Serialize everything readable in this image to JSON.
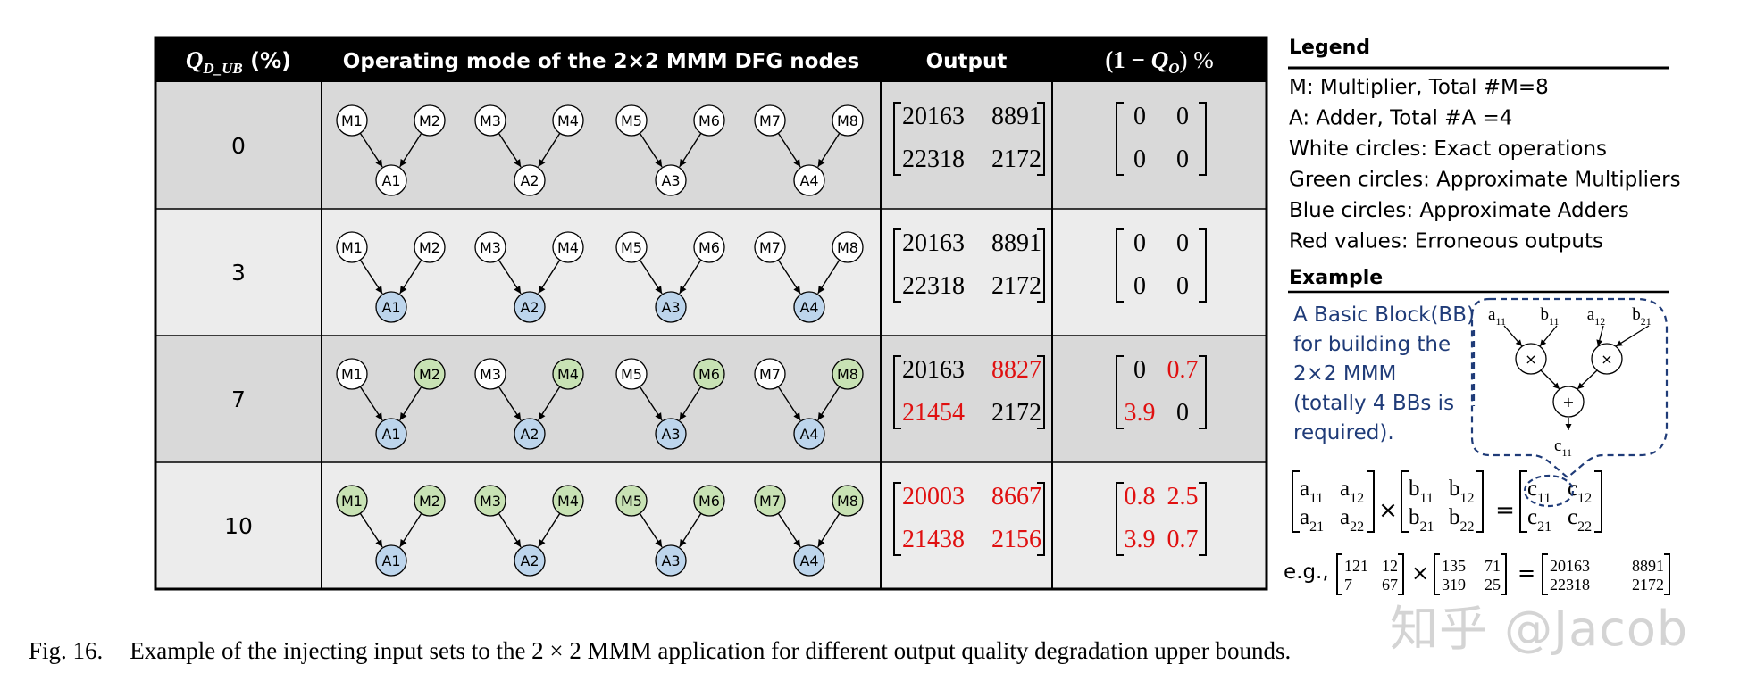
{
  "table": {
    "headers": {
      "q_symbol": "Q",
      "q_subscript": "D_UB",
      "q_unit": " (%)",
      "mode": "Operating mode of the 2×2 MMM DFG nodes",
      "output": "Output",
      "err_pre": "(1 − ",
      "err_var": "Q",
      "err_sub": "O",
      "err_post": ") %"
    },
    "rows": [
      {
        "q": "0",
        "multipliers": [
          "M1",
          "M2",
          "M3",
          "M4",
          "M5",
          "M6",
          "M7",
          "M8"
        ],
        "adders": [
          "A1",
          "A2",
          "A3",
          "A4"
        ],
        "approx_multipliers": [],
        "approx_adders": false,
        "output": [
          [
            {
              "v": "20163",
              "err": false
            },
            {
              "v": "8891",
              "err": false
            }
          ],
          [
            {
              "v": "22318",
              "err": false
            },
            {
              "v": "2172",
              "err": false
            }
          ]
        ],
        "error": [
          [
            {
              "v": "0",
              "err": false
            },
            {
              "v": "0",
              "err": false
            }
          ],
          [
            {
              "v": "0",
              "err": false
            },
            {
              "v": "0",
              "err": false
            }
          ]
        ]
      },
      {
        "q": "3",
        "multipliers": [
          "M1",
          "M2",
          "M3",
          "M4",
          "M5",
          "M6",
          "M7",
          "M8"
        ],
        "adders": [
          "A1",
          "A2",
          "A3",
          "A4"
        ],
        "approx_multipliers": [],
        "approx_adders": true,
        "output": [
          [
            {
              "v": "20163",
              "err": false
            },
            {
              "v": "8891",
              "err": false
            }
          ],
          [
            {
              "v": "22318",
              "err": false
            },
            {
              "v": "2172",
              "err": false
            }
          ]
        ],
        "error": [
          [
            {
              "v": "0",
              "err": false
            },
            {
              "v": "0",
              "err": false
            }
          ],
          [
            {
              "v": "0",
              "err": false
            },
            {
              "v": "0",
              "err": false
            }
          ]
        ]
      },
      {
        "q": "7",
        "multipliers": [
          "M1",
          "M2",
          "M3",
          "M4",
          "M5",
          "M6",
          "M7",
          "M8"
        ],
        "adders": [
          "A1",
          "A2",
          "A3",
          "A4"
        ],
        "approx_multipliers": [
          "M2",
          "M4",
          "M6",
          "M8"
        ],
        "approx_adders": true,
        "output": [
          [
            {
              "v": "20163",
              "err": false
            },
            {
              "v": "8827",
              "err": true
            }
          ],
          [
            {
              "v": "21454",
              "err": true
            },
            {
              "v": "2172",
              "err": false
            }
          ]
        ],
        "error": [
          [
            {
              "v": "0",
              "err": false
            },
            {
              "v": "0.7",
              "err": true
            }
          ],
          [
            {
              "v": "3.9",
              "err": true
            },
            {
              "v": "0",
              "err": false
            }
          ]
        ]
      },
      {
        "q": "10",
        "multipliers": [
          "M1",
          "M2",
          "M3",
          "M4",
          "M5",
          "M6",
          "M7",
          "M8"
        ],
        "adders": [
          "A1",
          "A2",
          "A3",
          "A4"
        ],
        "approx_multipliers": [
          "M1",
          "M2",
          "M3",
          "M4",
          "M5",
          "M6",
          "M7",
          "M8"
        ],
        "approx_adders": true,
        "output": [
          [
            {
              "v": "20003",
              "err": true
            },
            {
              "v": "8667",
              "err": true
            }
          ],
          [
            {
              "v": "21438",
              "err": true
            },
            {
              "v": "2156",
              "err": true
            }
          ]
        ],
        "error": [
          [
            {
              "v": "0.8",
              "err": true
            },
            {
              "v": "2.5",
              "err": true
            }
          ],
          [
            {
              "v": "3.9",
              "err": true
            },
            {
              "v": "0.7",
              "err": true
            }
          ]
        ]
      }
    ]
  },
  "legend": {
    "title": "Legend",
    "items": [
      "M: Multiplier, Total #M=8",
      "A: Adder, Total #A =4",
      "White circles: Exact operations",
      "Green circles: Approximate Multipliers",
      "Blue circles: Approximate Adders",
      "Red values: Erroneous outputs"
    ]
  },
  "example": {
    "title": "Example",
    "description": [
      "A Basic Block(BB)",
      "for building the",
      "2×2 MMM",
      "(totally 4 BBs is",
      "required)."
    ],
    "bb_inputs": [
      {
        "base": "a",
        "sub": "11"
      },
      {
        "base": "b",
        "sub": "11"
      },
      {
        "base": "a",
        "sub": "12"
      },
      {
        "base": "b",
        "sub": "21"
      }
    ],
    "bb_mult_symbol": "×",
    "bb_add_symbol": "+",
    "bb_output": {
      "base": "c",
      "sub": "11"
    },
    "symbolic": {
      "A": [
        [
          {
            "base": "a",
            "sub": "11"
          },
          {
            "base": "a",
            "sub": "12"
          }
        ],
        [
          {
            "base": "a",
            "sub": "21"
          },
          {
            "base": "a",
            "sub": "22"
          }
        ]
      ],
      "B": [
        [
          {
            "base": "b",
            "sub": "11"
          },
          {
            "base": "b",
            "sub": "12"
          }
        ],
        [
          {
            "base": "b",
            "sub": "21"
          },
          {
            "base": "b",
            "sub": "22"
          }
        ]
      ],
      "C": [
        [
          {
            "base": "c",
            "sub": "11"
          },
          {
            "base": "c",
            "sub": "12"
          }
        ],
        [
          {
            "base": "c",
            "sub": "21"
          },
          {
            "base": "c",
            "sub": "22"
          }
        ]
      ],
      "times": "×",
      "equals": "="
    },
    "numeric": {
      "prefix": "e.g.,",
      "A": [
        [
          "121",
          "12"
        ],
        [
          "7",
          "67"
        ]
      ],
      "B": [
        [
          "135",
          "71"
        ],
        [
          "319",
          "25"
        ]
      ],
      "C": [
        [
          "20163",
          "8891"
        ],
        [
          "22318",
          "2172"
        ]
      ],
      "times": "×",
      "equals": "="
    }
  },
  "caption": {
    "label": "Fig. 16.",
    "text": "Example of the injecting input sets to the 2 × 2 MMM application for different output quality degradation upper bounds."
  },
  "watermark": "知乎 @Jacob",
  "colors": {
    "header_bg": "#000000",
    "header_text": "#ffffff",
    "row_dark": "#d9d9d9",
    "row_light": "#ececec",
    "white_node": "#ffffff",
    "green_node": "#c8e2b4",
    "blue_node": "#bdd5ec",
    "error_red": "#e01010",
    "example_blue": "#1f3b78"
  }
}
